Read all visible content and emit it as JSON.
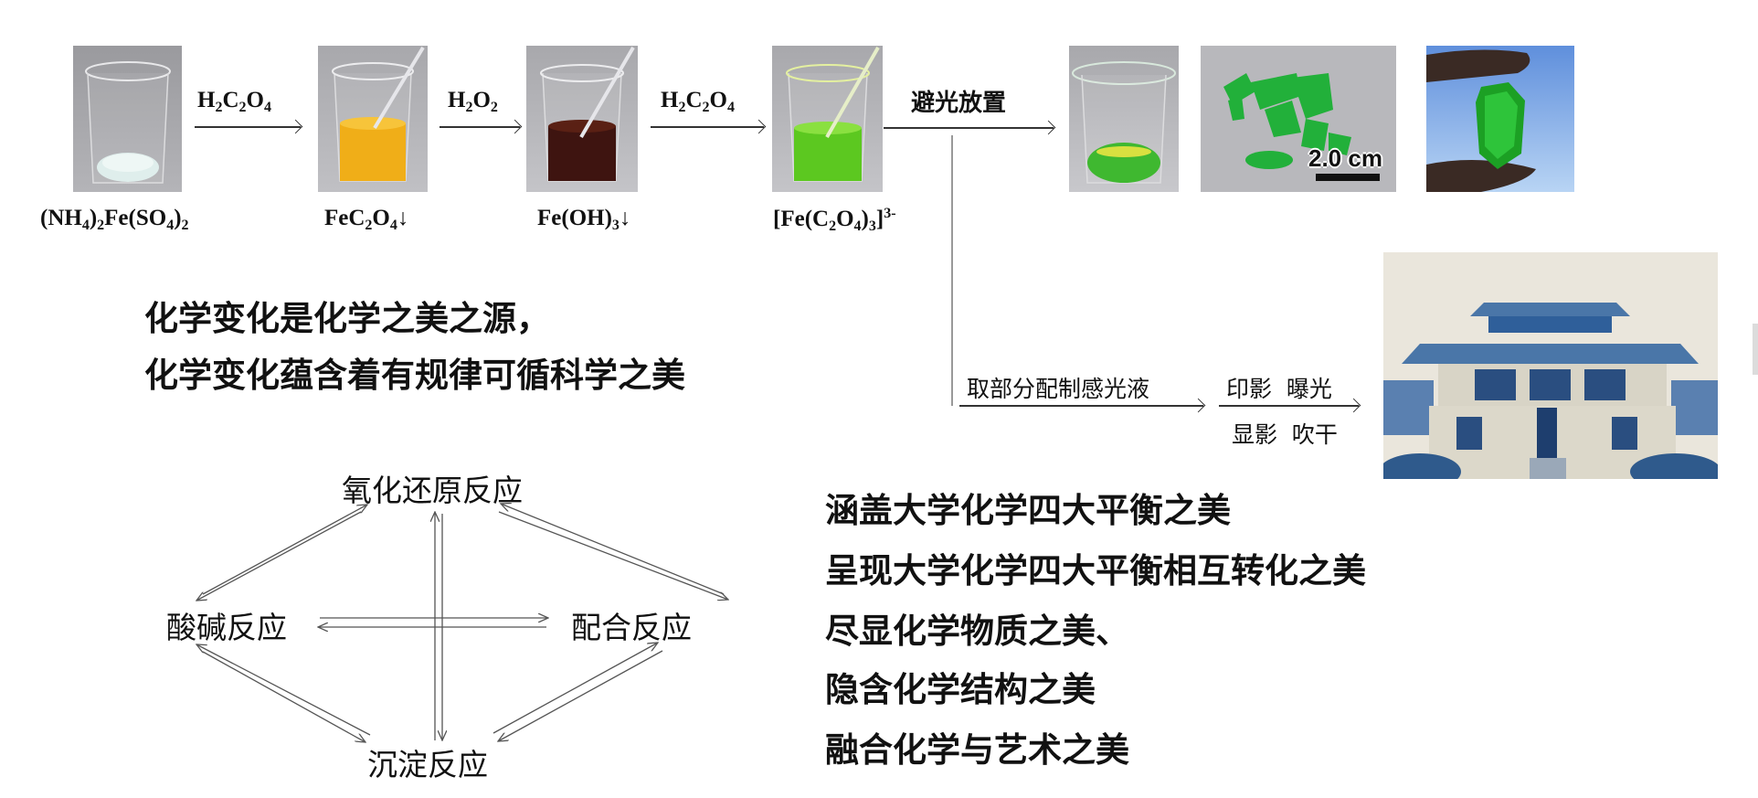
{
  "synthesis_flow": {
    "steps": [
      {
        "compound": "(NH4)2Fe(SO4)2",
        "compound_parts": [
          "(NH",
          "4",
          ")",
          "2",
          "Fe(SO",
          "4",
          ")",
          "2"
        ],
        "photo": "beaker-white-powder"
      },
      {
        "compound": "FeC2O4↓",
        "compound_parts": [
          "FeC",
          "2",
          "O",
          "4",
          "↓"
        ],
        "photo": "beaker-yellow-suspension"
      },
      {
        "compound": "Fe(OH)3↓",
        "compound_parts": [
          "Fe(OH)",
          "3",
          "↓"
        ],
        "photo": "beaker-dark-brown-suspension"
      },
      {
        "compound": "[Fe(C2O4)3]3-",
        "compound_parts": [
          "[Fe(C",
          "2",
          "O",
          "4",
          ")",
          "3",
          "]",
          "3-"
        ],
        "photo": "beaker-green-solution"
      }
    ],
    "reagents": [
      {
        "label": "H2C2O4",
        "parts": [
          "H",
          "2",
          "C",
          "2",
          "O",
          "4"
        ]
      },
      {
        "label": "H2O2",
        "parts": [
          "H",
          "2",
          "O",
          "2"
        ]
      },
      {
        "label": "H2C2O4",
        "parts": [
          "H",
          "2",
          "C",
          "2",
          "O",
          "4"
        ]
      }
    ],
    "dark_storage_label": "避光放置",
    "result_photos": [
      "beaker-with-green-crystals",
      "green-crystals",
      "single-green-crystal"
    ],
    "scale_bar_label": "2.0 cm"
  },
  "cyanotype_branch": {
    "step1_label": "取部分配制感光液",
    "step2_top_label": "印影  曝光",
    "step2_bottom_label": "显影  吹干",
    "result_photo": "cyanotype-building-print"
  },
  "statements": {
    "change_beauty": [
      "化学变化是化学之美之源，",
      "化学变化蕴含着有规律可循科学之美"
    ],
    "summary": [
      "涵盖大学化学四大平衡之美",
      "呈现大学化学四大平衡相互转化之美",
      "尽显化学物质之美、",
      "隐含化学结构之美",
      "融合化学与艺术之美"
    ]
  },
  "reaction_diagram": {
    "nodes": {
      "top": "氧化还原反应",
      "left": "酸碱反应",
      "right": "配合反应",
      "bottom": "沉淀反应"
    },
    "edges": [
      {
        "from": "top",
        "to": "left",
        "type": "reversible"
      },
      {
        "from": "top",
        "to": "right",
        "type": "reversible"
      },
      {
        "from": "left",
        "to": "bottom",
        "type": "reversible"
      },
      {
        "from": "right",
        "to": "bottom",
        "type": "reversible"
      },
      {
        "from": "left",
        "to": "right",
        "type": "reversible"
      },
      {
        "from": "top",
        "to": "bottom",
        "type": "reversible"
      }
    ]
  },
  "colors": {
    "text": "#111111",
    "arrow": "#333333",
    "connector": "#999999",
    "yellow_solution": "#f0b020",
    "brown_solution": "#4a1a10",
    "green_solution": "#6ad02a",
    "crystal_green": "#1fb83a",
    "cyanotype_blue": "#2f5f9a"
  }
}
